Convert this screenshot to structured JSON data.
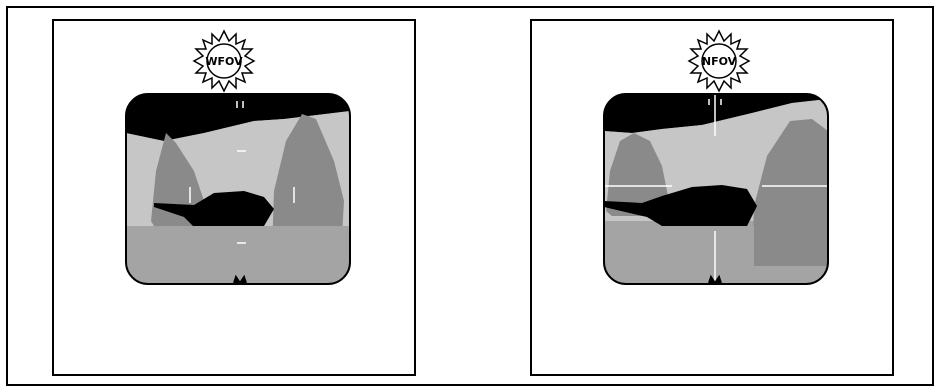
{
  "panels": [
    {
      "id": "wfov",
      "fov_label": "WFOV"
    },
    {
      "id": "nfov",
      "fov_label": "NFOV"
    }
  ],
  "colors": {
    "sky": "#000000",
    "far_hills": "#c6c6c6",
    "mid_hill": "#8a8a8a",
    "ground": "#a4a4a4",
    "lake": "#000000",
    "reticle": "#ffffff",
    "frame": "#000000"
  }
}
